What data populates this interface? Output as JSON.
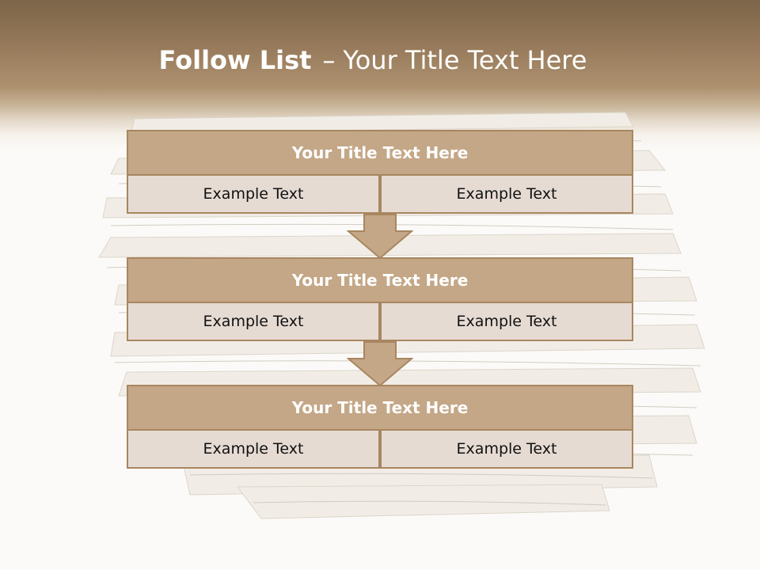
{
  "slide": {
    "title_bold": "Follow List",
    "title_dash": "–",
    "title_rest": "Your Title Text Here"
  },
  "colors": {
    "header_dark": "#7c6549",
    "title_box": "#c4a787",
    "cell_box": "#e6dbd3",
    "border": "#a88660",
    "arrow_fill": "#c4a787"
  },
  "background_image": "paper-stack",
  "blocks": [
    {
      "title": "Your Title Text Here",
      "left": "Example Text",
      "right": "Example Text"
    },
    {
      "title": "Your Title Text Here",
      "left": "Example Text",
      "right": "Example Text"
    },
    {
      "title": "Your Title Text Here",
      "left": "Example Text",
      "right": "Example Text"
    }
  ],
  "connectors": [
    "down-arrow-icon",
    "down-arrow-icon"
  ]
}
